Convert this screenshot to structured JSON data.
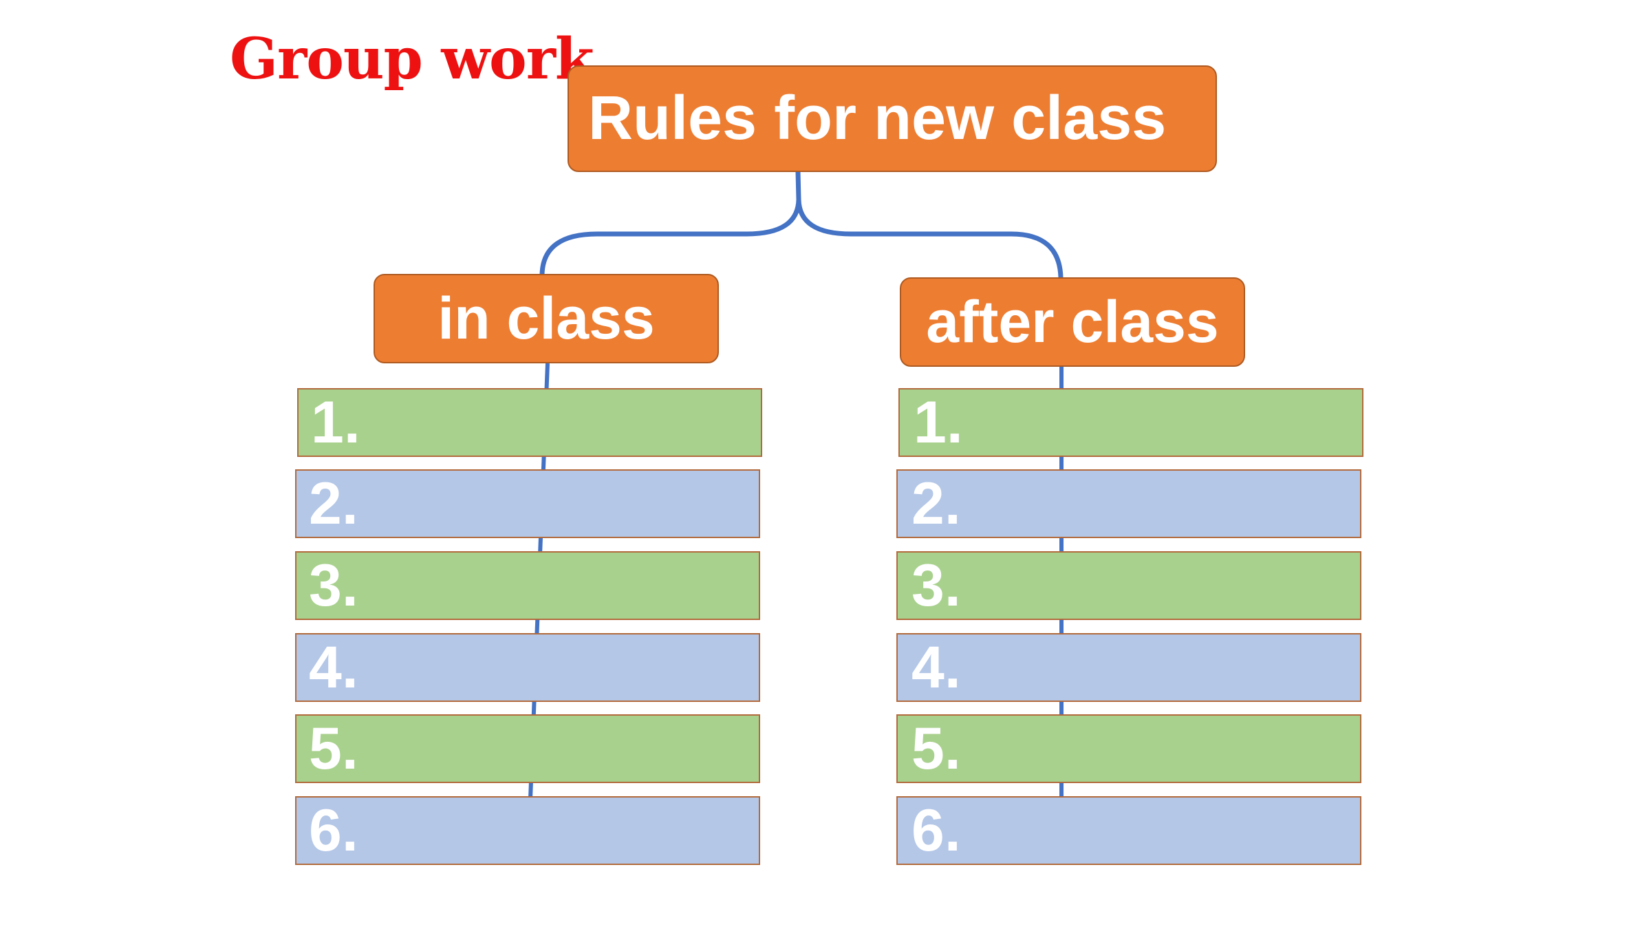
{
  "title": "Group work",
  "root": {
    "label": "Rules for new class"
  },
  "branches": [
    {
      "label": "in class",
      "items": [
        "1.",
        "2.",
        "3.",
        "4.",
        "5.",
        "6."
      ]
    },
    {
      "label": "after class",
      "items": [
        "1.",
        "2.",
        "3.",
        "4.",
        "5.",
        "6."
      ]
    }
  ],
  "colors": {
    "title": "#ee1111",
    "node_fill": "#ed7d31",
    "node_border": "#ae5a21",
    "item_green": "#a9d18e",
    "item_blue": "#b4c7e7",
    "item_border": "#b26a3c",
    "connector": "#4472c4",
    "text": "#ffffff"
  }
}
